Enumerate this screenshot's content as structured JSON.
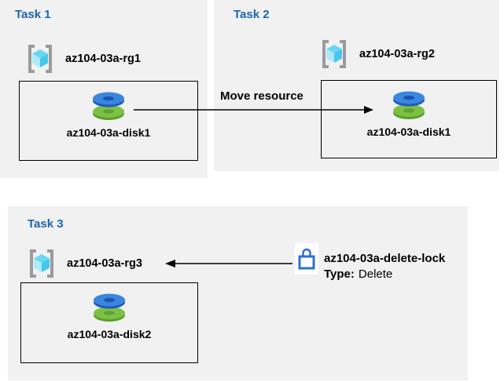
{
  "colors": {
    "panel_bg": "#f1f1f1",
    "title_text": "#1b67ae",
    "lock_accent": "#2e6fd8",
    "disk_blue": "#3a86e0",
    "disk_green": "#7cc143",
    "cube_cyan": "#46c6ea",
    "bracket_gray": "#9b9b9b",
    "arrow": "#000000"
  },
  "icons": {
    "resource_group": "resource-group-icon",
    "disk": "disk-icon",
    "lock": "lock-icon"
  },
  "tasks": [
    {
      "title": "Task 1",
      "resource_group": "az104-03a-rg1",
      "resource": "az104-03a-disk1"
    },
    {
      "title": "Task 2",
      "resource_group": "az104-03a-rg2",
      "resource": "az104-03a-disk1"
    },
    {
      "title": "Task 3",
      "resource_group": "az104-03a-rg3",
      "resource": "az104-03a-disk2"
    }
  ],
  "move_arrow": {
    "label": "Move resource"
  },
  "lock": {
    "name": "az104-03a-delete-lock",
    "type_label": "Type:",
    "type_value": "Delete"
  }
}
